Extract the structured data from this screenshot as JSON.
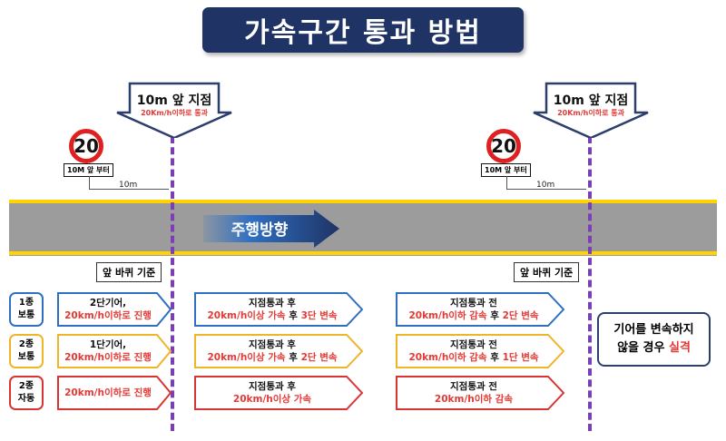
{
  "title": "가속구간 통과 방법",
  "direction": "주행방향",
  "colors": {
    "navy": "#1f3364",
    "blue": "#2f6fc2",
    "yellow": "#f0b429",
    "red": "#d93434",
    "purple": "#7a3fb5",
    "road": "#9c9c9c",
    "lane": "#ffd400"
  },
  "callout": {
    "main": "10m 앞 지점",
    "sub": "20Km/h이하로 통과"
  },
  "sign": {
    "speed": "20",
    "label": "10M 앞 부터"
  },
  "measure": "10m",
  "wheel_label": "앞 바퀴 기준",
  "categories": [
    {
      "line1": "1종",
      "line2": "보통",
      "color": "#2f6fc2"
    },
    {
      "line1": "2종",
      "line2": "보통",
      "color": "#f0b429"
    },
    {
      "line1": "2종",
      "line2": "자동",
      "color": "#d93434"
    }
  ],
  "rows": [
    {
      "before": {
        "dark": "2단기어,",
        "red": "20km/h이하로 진행"
      },
      "after_pass": {
        "dark": "지점통과 후",
        "red": "20km/h이상 가속",
        "mid": " 후 ",
        "red2": "3단 변속"
      },
      "before_pass": {
        "dark": "지점통과 전",
        "red": "20km/h이하 감속",
        "mid": " 후 ",
        "red2": "2단 변속"
      }
    },
    {
      "before": {
        "dark": "1단기어,",
        "red": "20km/h이하로 진행"
      },
      "after_pass": {
        "dark": "지점통과 후",
        "red": "20km/h이상 가속",
        "mid": " 후 ",
        "red2": "2단 변속"
      },
      "before_pass": {
        "dark": "지점통과 전",
        "red": "20km/h이하 감속",
        "mid": " 후 ",
        "red2": "1단 변속"
      }
    },
    {
      "before": {
        "dark": "",
        "red": "20km/h이하로 진행"
      },
      "after_pass": {
        "dark": "지점통과 후",
        "red": "20km/h이상 가속",
        "mid": "",
        "red2": ""
      },
      "before_pass": {
        "dark": "지점통과 전",
        "red": "20km/h이하 감속",
        "mid": "",
        "red2": ""
      }
    }
  ],
  "penalty": {
    "line1": "기어를 변속하지",
    "line2_a": "않을 경우 ",
    "line2_b": "실격"
  }
}
